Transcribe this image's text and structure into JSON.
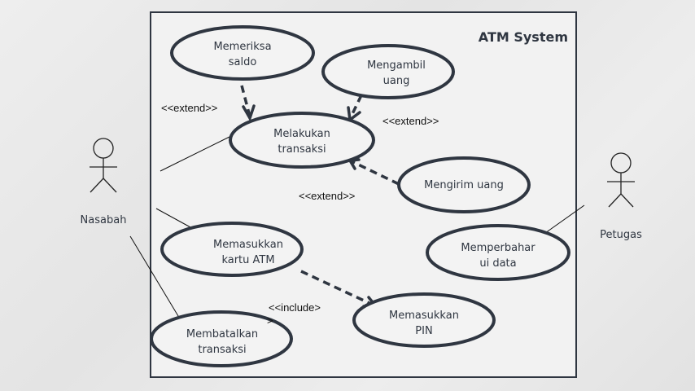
{
  "system": {
    "title": "ATM System"
  },
  "actors": [
    {
      "name": "Nasabah"
    },
    {
      "name": "Petugas"
    }
  ],
  "use_cases": {
    "memeriksa_saldo": [
      "Memeriksa",
      "saldo"
    ],
    "mengambil_uang": [
      "Mengambil",
      "uang"
    ],
    "melakukan_transaksi": [
      "Melakukan",
      "transaksi"
    ],
    "mengirim_uang": [
      "Mengirim uang"
    ],
    "memasukkan_kartu": [
      "Memasukkan",
      "kartu ATM"
    ],
    "memperbaharui_data": [
      "Memperbahar",
      "ui data"
    ],
    "memasukkan_pin": [
      "Memasukkan",
      "PIN"
    ],
    "membatalkan_transaksi": [
      "Membatalkan",
      "transaksi"
    ]
  },
  "stereotypes": {
    "extend_1": "<<extend>>",
    "extend_2": "<<extend>>",
    "extend_3": "<<extend>>",
    "include": "<<include>",
    "include_tail": ">"
  }
}
